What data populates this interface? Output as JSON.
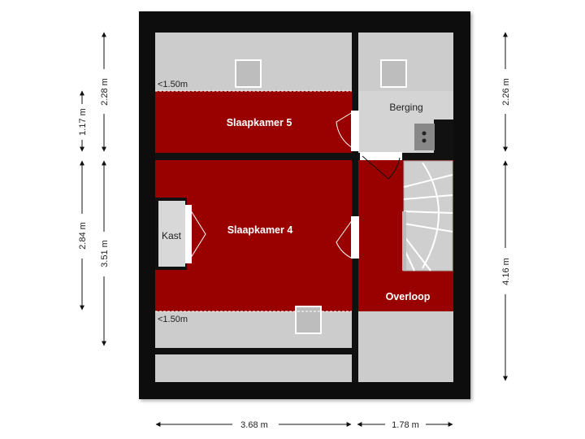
{
  "rooms": {
    "slaapkamer5": "Slaapkamer 5",
    "slaapkamer4": "Slaapkamer 4",
    "berging": "Berging",
    "kast": "Kast",
    "overloop": "Overloop"
  },
  "notes": {
    "low_height_top": "<1.50m",
    "low_height_bottom": "<1.50m"
  },
  "dimensions": {
    "bottom_left": "3.68 m",
    "bottom_right": "1.78 m",
    "left_outer_top": "2.28 m",
    "left_outer_bottom": "3.51 m",
    "left_inner_top": "1.17 m",
    "left_inner_bottom": "2.84 m",
    "right_top": "2.26 m",
    "right_bottom": "4.16 m"
  },
  "colors": {
    "wall": "#111111",
    "room_red": "#990000",
    "low_area": "#cccccc",
    "berging": "#d4d4d4"
  }
}
